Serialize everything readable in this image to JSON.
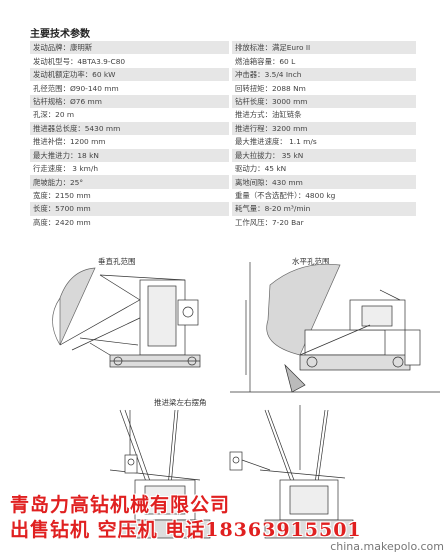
{
  "page_title": "主要技术参数",
  "specs_left": [
    "发动品牌：康明斯",
    "发动机型号：4BTA3.9-C80",
    "发动机额定功率：60 kW",
    "孔径范围：Ø90-140 mm",
    "钻杆规格：Ø76 mm",
    "孔深：20 m",
    "推进器总长度：5430 mm",
    "推进补偿：1200 mm",
    "最大推进力：18 kN",
    "行走速度： 3 km/h",
    "爬坡能力：25°",
    "宽度：2150 mm",
    "长度：5700 mm",
    "高度：2420 mm"
  ],
  "specs_right": [
    "排放标准：满足Euro II",
    "燃油箱容量：60 L",
    "冲击器：3.5/4 Inch",
    "回转扭矩：2088 Nm",
    "钻杆长度：3000 mm",
    "推进方式：油缸链条",
    "推进行程：3200 mm",
    "最大推进速度： 1.1 m/s",
    "最大拉拔力： 35 kN",
    "驱动力：45 kN",
    "离地间隙：430 mm",
    "重量（不含选配件）：4800 kg",
    "耗气量：8-20 m³/min",
    "工作风压：7-20 Bar"
  ],
  "diagram_labels": {
    "vertical_range": "垂直孔范围",
    "horizontal_range": "水平孔范围",
    "swing_angle": "推进梁左右摆角"
  },
  "watermark": {
    "line1": "青岛力高钻机械有限公司",
    "line2": "出售钻机 空压机 电话18363915501",
    "site": "china.makepolo.com"
  },
  "colors": {
    "watermark_red": "#e02020",
    "row_shade": "#e6e6e6"
  }
}
